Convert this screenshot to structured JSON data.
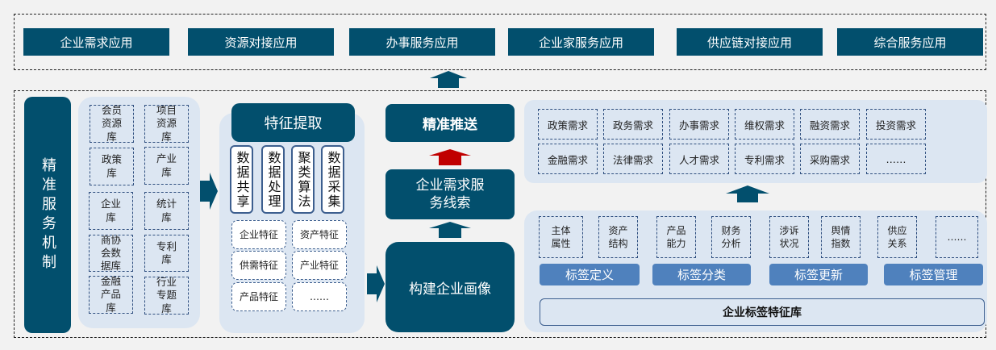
{
  "top_apps": [
    "企业需求应用",
    "资源对接应用",
    "办事服务应用",
    "企业家服务应用",
    "供应链对接应用",
    "综合服务应用"
  ],
  "mechanism": {
    "label": "精准服务机制"
  },
  "resource_libraries": [
    "会员资源库",
    "项目资源库",
    "政策库",
    "产业库",
    "企业库",
    "统计库",
    "商协会数据库",
    "专利库",
    "金融产品库",
    "行业专题库"
  ],
  "feature_extraction": {
    "title": "特征提取",
    "methods": [
      "数据共享",
      "数据处理",
      "聚类算法",
      "数据采集"
    ],
    "features": [
      "企业特征",
      "资产特征",
      "供需特征",
      "产业特征",
      "产品特征",
      "……"
    ]
  },
  "center_flow": {
    "push": "精准推送",
    "clues": "企业需求服务线索",
    "portrait": "构建企业画像"
  },
  "needs": [
    "政策需求",
    "政务需求",
    "办事需求",
    "维权需求",
    "融资需求",
    "投资需求",
    "金融需求",
    "法律需求",
    "人才需求",
    "专利需求",
    "采购需求",
    "……"
  ],
  "tag_attributes": [
    "主体属性",
    "资产结构",
    "产品能力",
    "财务分析",
    "涉诉状况",
    "舆情指数",
    "供应关系",
    "……"
  ],
  "tag_operations": [
    "标签定义",
    "标签分类",
    "标签更新",
    "标签管理"
  ],
  "tag_library": "企业标签特征库",
  "colors": {
    "navy": "#024f6d",
    "panel": "#dce6f2",
    "accent_arrow": "#c00000",
    "tag_button": "#4f81bd"
  }
}
